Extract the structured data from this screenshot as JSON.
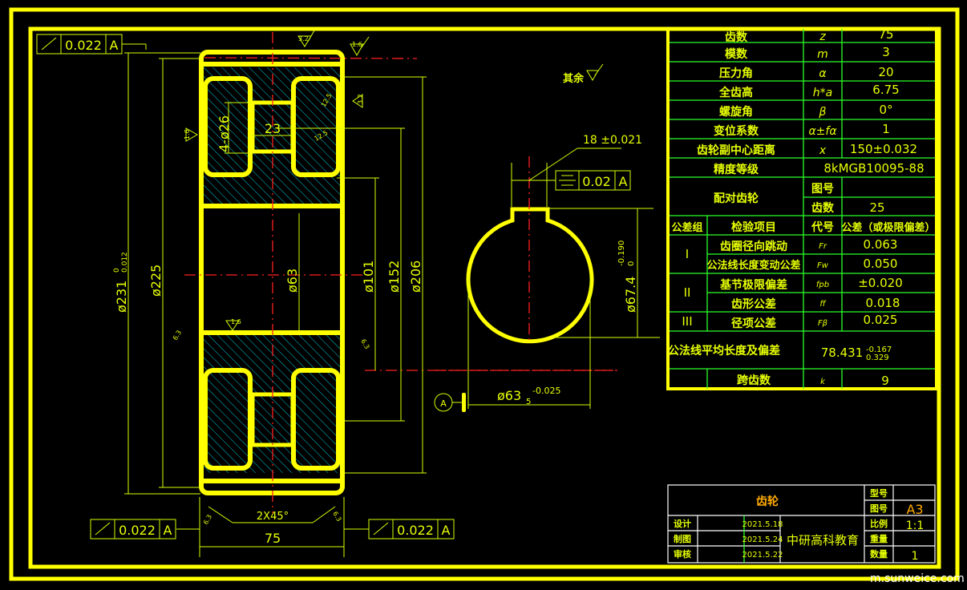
{
  "colors": {
    "frame": "#ffff00",
    "grid": "#2bff2b",
    "center": "#ff2020",
    "hatch": "#00c8d8",
    "text": "#e6ff00"
  },
  "params": [
    {
      "label": "齿数",
      "symbol": "z",
      "value": "75"
    },
    {
      "label": "模数",
      "symbol": "m",
      "value": "3"
    },
    {
      "label": "压力角",
      "symbol": "α",
      "value": "20"
    },
    {
      "label": "全齿高",
      "symbol": "h*a",
      "value": "6.75"
    },
    {
      "label": "螺旋角",
      "symbol": "β",
      "value": "0°"
    },
    {
      "label": "变位系数",
      "symbol": "α±fα",
      "value": "1"
    },
    {
      "label": "齿轮副中心距离",
      "symbol": "x",
      "value": "150±0.032"
    }
  ],
  "accuracy": {
    "label": "精度等级",
    "value": "8kMGB10095-88"
  },
  "mating": {
    "label": "配对齿轮",
    "drawing_no_label": "图号",
    "drawing_no": "",
    "teeth_label": "齿数",
    "teeth": "25"
  },
  "inspection": {
    "headers": [
      "公差组",
      "检验项目",
      "代号",
      "公差（或极限偏差）"
    ],
    "groups": [
      "I",
      "II",
      "III"
    ],
    "rows": [
      {
        "item": "齿圈径向跳动",
        "code": "Fr",
        "value": "0.063"
      },
      {
        "item": "公法线长度变动公差",
        "code": "Fw",
        "value": "0.050"
      },
      {
        "item": "基节极限偏差",
        "code": "fpb",
        "value": "±0.020"
      },
      {
        "item": "齿形公差",
        "code": "ff",
        "value": "0.018"
      },
      {
        "item": "径项公差",
        "code": "Fβ",
        "value": "0.025"
      }
    ],
    "common_normal": {
      "label": "公法线平均长度及偏差",
      "value": "78.431",
      "upper": "-0.167",
      "lower": "0.329"
    },
    "span": {
      "label": "跨齿数",
      "code": "k",
      "value": "9"
    }
  },
  "title_block": {
    "part_name": "齿轮",
    "model_label": "型号",
    "model": "",
    "drawing_label": "图号",
    "drawing": "A3",
    "scale_label": "比例",
    "scale": "1:1",
    "weight_label": "重量",
    "weight": "",
    "qty_label": "数量",
    "qty": "1",
    "company": "中研高科教育",
    "roles": [
      {
        "label": "设计",
        "date": "2021.5.18"
      },
      {
        "label": "制图",
        "date": "2021.5.24"
      },
      {
        "label": "审核",
        "date": "2021.5.22"
      }
    ]
  },
  "drawing": {
    "runout_tol": "0.022",
    "datum": "A",
    "dims": {
      "d231": "ø231",
      "d231_up": "0",
      "d231_lo": "0.012",
      "d225": "ø225",
      "d63": "ø63",
      "d101": "ø101",
      "d152": "ø152",
      "d206": "ø206",
      "holes": "4-ø26",
      "d23": "23",
      "width": "75",
      "chamfer": "2X45°"
    },
    "roughness": {
      "r32": "3.2",
      "r16": "1.6",
      "r125": "12.5",
      "r63": "6.3"
    },
    "other": "其余",
    "key_width": "18 ±0.021",
    "sym_tol": "0.02",
    "key_depth": "ø67.4",
    "key_depth_up": "-0.190",
    "key_depth_lo": "0",
    "bore": "ø63",
    "bore_dev": "-0.025",
    "bore_sub": "5"
  },
  "watermark": "m.sunweice.com"
}
